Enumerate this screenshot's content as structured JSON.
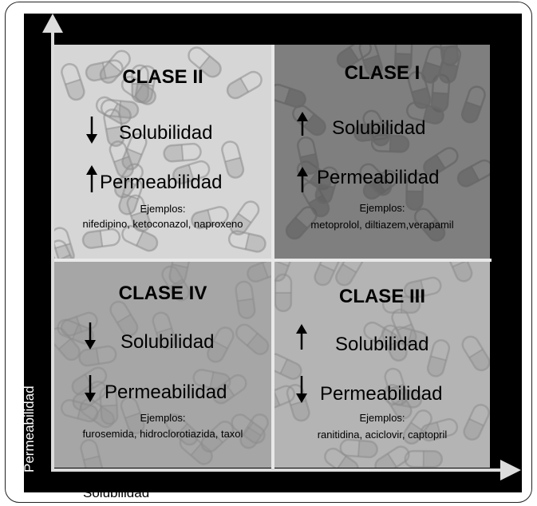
{
  "axes": {
    "y_label": "Permeabilidad",
    "x_label": "Solubilidad"
  },
  "quadrants": [
    {
      "id": "clase2",
      "title": "CLASE II",
      "solubilidad": "down",
      "permeabilidad": "up",
      "sol_label": "Solubilidad",
      "perm_label": "Permeabilidad",
      "examples_label": "Ejemplos:",
      "examples": "nifedipino, ketoconazol, naproxeno",
      "bg": "#d6d6d6"
    },
    {
      "id": "clase1",
      "title": "CLASE I",
      "solubilidad": "up",
      "permeabilidad": "up",
      "sol_label": "Solubilidad",
      "perm_label": "Permeabilidad",
      "examples_label": "Ejemplos:",
      "examples": "metoprolol, diltiazem,verapamil",
      "bg": "#7f7f7f"
    },
    {
      "id": "clase4",
      "title": "CLASE IV",
      "solubilidad": "down",
      "permeabilidad": "down",
      "sol_label": "Solubilidad",
      "perm_label": "Permeabilidad",
      "examples_label": "Ejemplos:",
      "examples": "furosemida, hidroclorotiazida, taxol",
      "bg": "#a6a6a6"
    },
    {
      "id": "clase3",
      "title": "CLASE III",
      "solubilidad": "up",
      "permeabilidad": "down",
      "sol_label": "Solubilidad",
      "perm_label": "Permeabilidad",
      "examples_label": "Ejemplos:",
      "examples": "ranitidina, aciclovir, captopril",
      "bg": "#b4b4b4"
    }
  ],
  "colors": {
    "axis": "#dcdcdc",
    "divider": "#e8e8e8",
    "background": "#000000"
  }
}
